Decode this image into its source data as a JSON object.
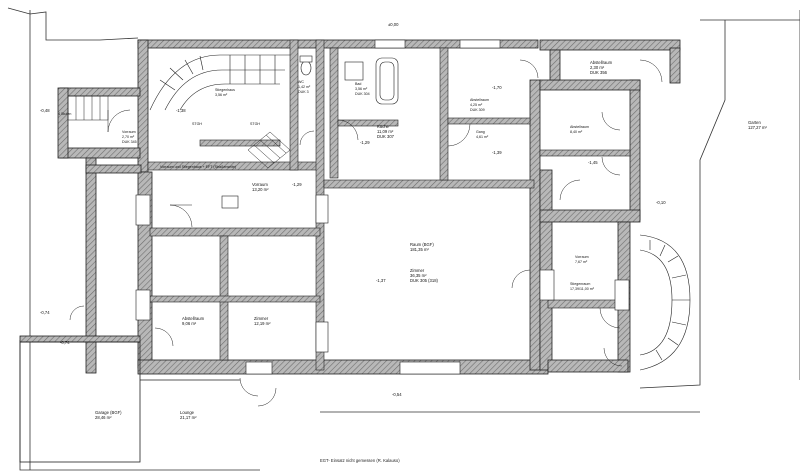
{
  "rooms": {
    "abstellraum_top": {
      "name": "Abstellraum",
      "area": "2,30 m²",
      "code": "DUK 356"
    },
    "bad": {
      "name": "Bad",
      "area": "3,56 m²",
      "code": "DUK 304"
    },
    "wc": {
      "name": "WC",
      "area": "1,42 m²",
      "code": "DUK 3"
    },
    "kueche": {
      "name": "Küche",
      "area": "11,09 m²",
      "code": "DUK 307"
    },
    "abstellraum_mid": {
      "name": "Abstellraum",
      "area": "4,25 m²",
      "code": "DUK 309"
    },
    "gang": {
      "name": "Gang",
      "area": "4,61 m²"
    },
    "abstellraum_right": {
      "name": "Abstellraum",
      "area": "8,40 m²"
    },
    "vorraum_left": {
      "name": "Vorraum",
      "area": "2,70 m²",
      "code": "DUK 345"
    },
    "stiegenhaus": {
      "name": "Stiegenhaus",
      "area": "3,56 m²"
    },
    "vorraum_main": {
      "name": "Vorraum",
      "area": "13,20 m²"
    },
    "raum_bgf": {
      "name": "Raum (BGF)",
      "area": "181,35 m²"
    },
    "zimmer_big": {
      "name": "Zimmer",
      "area": "36,35 m²",
      "code": "DUK 305 (318)"
    },
    "vorraum_right": {
      "name": "Vorraum",
      "area": "7,67 m²"
    },
    "abstellraum_low": {
      "name": "Abstellraum",
      "area": "9,06 m²"
    },
    "zimmer_small": {
      "name": "Zimmer",
      "area": "12,19 m²"
    },
    "stiegenraum": {
      "name": "Stiegenraum",
      "area": "17,39/11,00 m²"
    },
    "garage": {
      "name": "Garage (BGF)",
      "area": "28,46 m²"
    },
    "lounge": {
      "name": "Lounge",
      "area": "21,17 m²"
    },
    "garten": {
      "name": "Garten",
      "area": "127,27 m²"
    }
  },
  "levels": {
    "l1": "-0,48",
    "l2": "-1,38",
    "l3": "-1,29",
    "l4": "-1,70",
    "l5": "-1,29",
    "l6": "-1,37",
    "l7": "-0,74",
    "l8": "-0,10",
    "l9": "-0,74",
    "l10": "-1,39",
    "l11": "±0,00",
    "l12": "-0,54",
    "l13": "-1,45"
  },
  "wall_labels": {
    "vorraum_banner": "Vorraum und Stiegenhaus + EFT (Straßenseite)",
    "step_label": "4 Stufen",
    "stgh_1": "STGH",
    "stgh_2": "STGH"
  },
  "footnote": "EGT- Einsatz nicht gemessen (R. Kalauso)"
}
